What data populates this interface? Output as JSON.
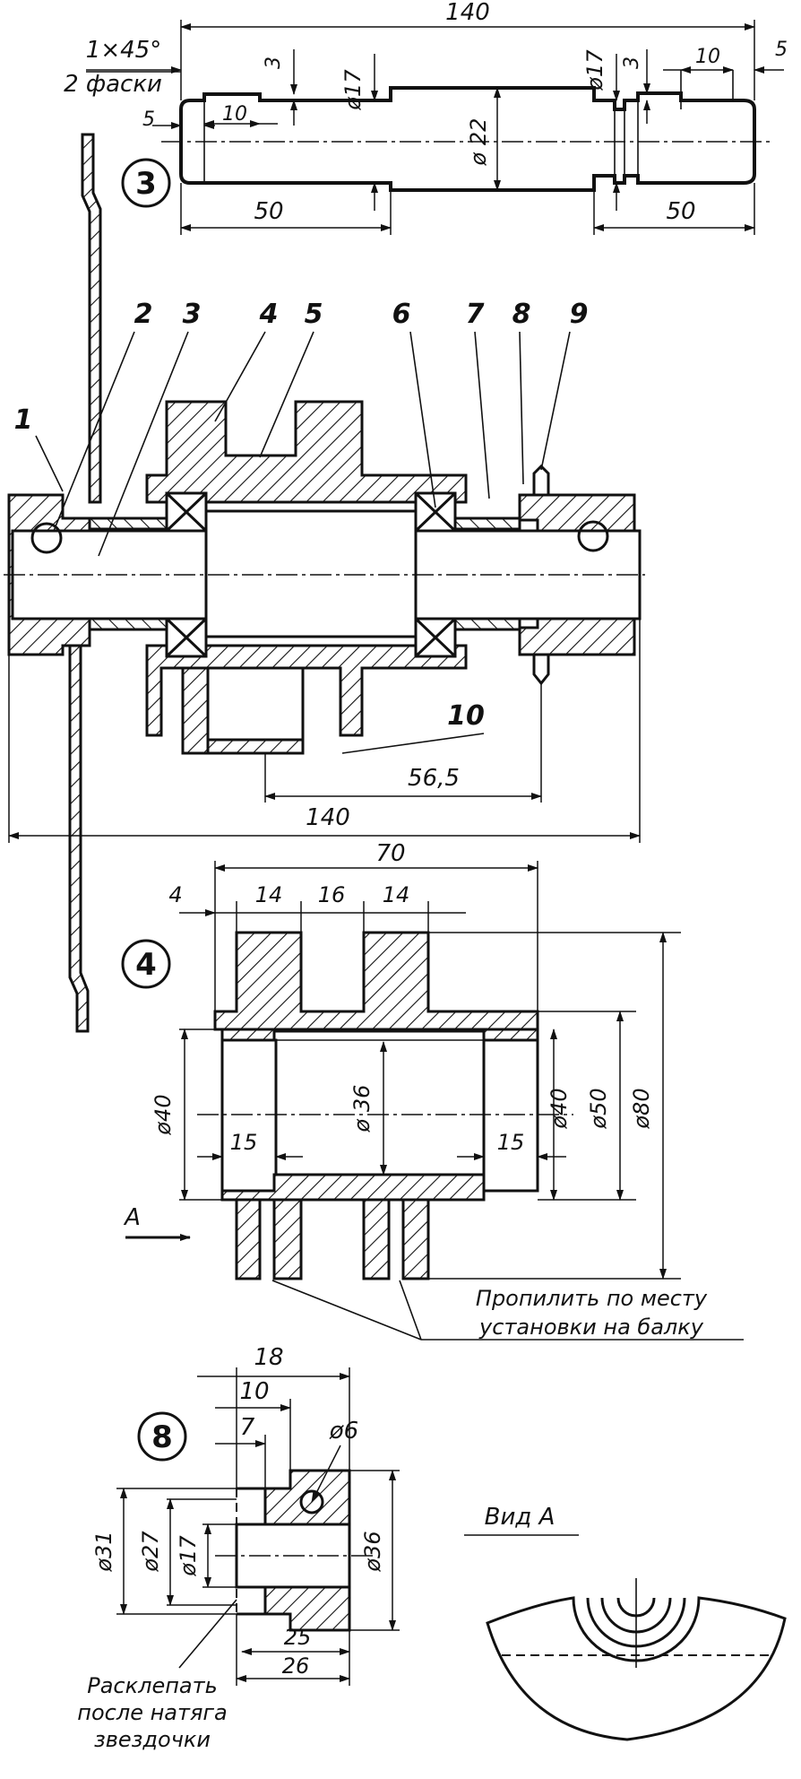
{
  "part3": {
    "number": "3",
    "chamfer": "1×45°",
    "chamfer_note": "2 фаски",
    "dims": {
      "overall": "140",
      "left_end": "50",
      "right_end": "50",
      "d17_left": "ø17",
      "d17_right": "ø17",
      "d22": "ø 22",
      "groove_left": "3",
      "groove_right": "3",
      "step5_left": "5",
      "step5_right": "5",
      "flat10_left": "10",
      "flat10_right": "10"
    }
  },
  "assembly": {
    "callouts": [
      "1",
      "2",
      "3",
      "4",
      "5",
      "6",
      "7",
      "8",
      "9",
      "10"
    ],
    "dims": {
      "d56": "56,5",
      "d140": "140"
    }
  },
  "part4": {
    "number": "4",
    "dims": {
      "d70": "70",
      "d4": "4",
      "d14a": "14",
      "d16": "16",
      "d14b": "14",
      "d40l": "ø40",
      "d36": "ø 36",
      "d40r": "ø40",
      "d50": "ø50",
      "d80": "ø80",
      "d15l": "15",
      "d15r": "15"
    },
    "view_arrow": "A",
    "note_line1": "Пропилить по месту",
    "note_line2": "установки на балку"
  },
  "part8": {
    "number": "8",
    "dims": {
      "d18": "18",
      "d10": "10",
      "d7": "7",
      "d6": "ø6",
      "d31": "ø31",
      "d27": "ø27",
      "d17": "ø17",
      "d36": "ø36",
      "d25": "25",
      "d26": "26"
    },
    "note_line1": "Расклепать",
    "note_line2": "после натяга",
    "note_line3": "звездочки"
  },
  "view_a": {
    "title": "Вид А"
  }
}
